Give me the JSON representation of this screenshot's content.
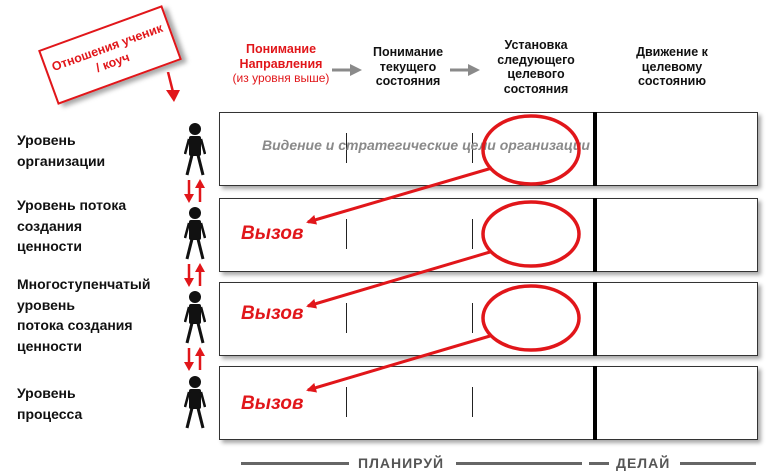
{
  "callout": {
    "line1": "Отношения ученик",
    "line2": "/ коуч"
  },
  "columns": [
    {
      "lines": [
        "Понимание",
        "Направления"
      ],
      "sub": "(из уровня выше)",
      "highlight": true
    },
    {
      "lines": [
        "Понимание",
        "текущего",
        "состояния"
      ]
    },
    {
      "lines": [
        "Установка",
        "следующего",
        "целевого",
        "состояния"
      ]
    },
    {
      "lines": [
        "Движение к",
        "целевому",
        "состоянию"
      ]
    }
  ],
  "levels": [
    {
      "lines": [
        "Уровень",
        "организации"
      ]
    },
    {
      "lines": [
        "Уровень потока",
        "создания",
        "ценности"
      ]
    },
    {
      "lines": [
        "Многоступенчатый",
        "уровень",
        "потока создания",
        "ценности"
      ]
    },
    {
      "lines": [
        "Уровень",
        "процесса"
      ]
    }
  ],
  "rows": {
    "vision_text": "Видение и стратегические цели организации",
    "challenge_text": "Вызов"
  },
  "footer": {
    "plan": "ПЛАНИРУЙ",
    "do": "ДЕЛАЙ"
  },
  "colors": {
    "accent": "#e1161a",
    "text": "#111111",
    "muted": "#8a8a8a"
  },
  "icons": [
    "person-icon",
    "up-down-arrows-icon",
    "ellipse-highlight",
    "challenge-arrow"
  ]
}
